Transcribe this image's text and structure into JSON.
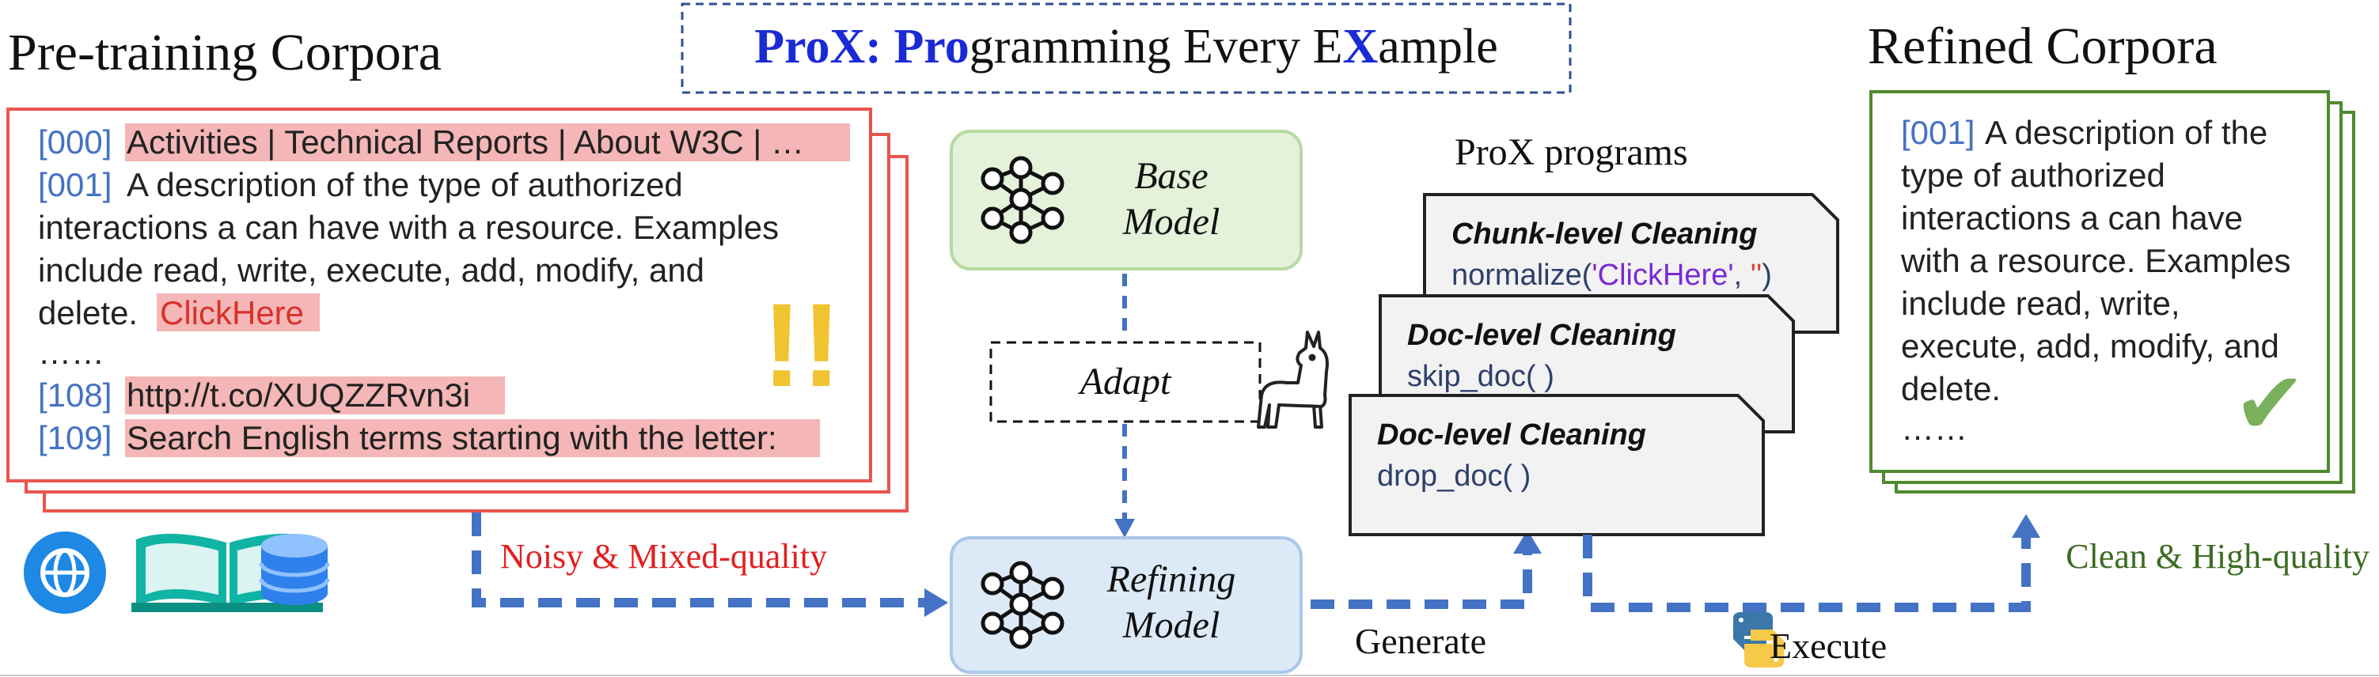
{
  "title": {
    "part1": "ProX: ",
    "part2": "Pro",
    "part3": "gramming Every E",
    "part4": "X",
    "part5": "ample"
  },
  "left": {
    "heading": "Pre-training Corpora",
    "lines": [
      {
        "idx": "[000]",
        "text": "Activities | Technical Reports | About W3C | …",
        "highlight": true
      },
      {
        "idx": "[001]",
        "text": "A description of the type of authorized",
        "highlight": false
      },
      {
        "idx": "",
        "text": "interactions a can have with a resource. Examples",
        "highlight": false
      },
      {
        "idx": "",
        "text": "include read, write, execute, add, modify, and",
        "highlight": false
      },
      {
        "idx": "",
        "text": "delete.",
        "highlight": false,
        "extra": "ClickHere"
      },
      {
        "idx": "",
        "text": "……",
        "highlight": false
      },
      {
        "idx": "[108]",
        "text": "http://t.co/XUQZZRvn3i",
        "highlight": true
      },
      {
        "idx": "[109]",
        "text": "Search English terms starting with the letter:",
        "highlight": true
      }
    ],
    "warning": "!!",
    "noisy_label": "Noisy & Mixed-quality"
  },
  "models": {
    "base_line1": "Base",
    "base_line2": "Model",
    "adapt": "Adapt",
    "refining_line1": "Refining",
    "refining_line2": "Model"
  },
  "programs": {
    "heading": "ProX programs",
    "cards": [
      {
        "title": "Chunk-level Cleaning",
        "fn": "normalize(",
        "arg1": "'ClickHere'",
        "sep": ", ",
        "arg2": "''",
        "close": ")"
      },
      {
        "title": "Doc-level Cleaning",
        "fn": "skip_doc( )"
      },
      {
        "title": "Doc-level Cleaning",
        "fn": "drop_doc( )"
      }
    ],
    "generate": "Generate",
    "execute": "Execute"
  },
  "right": {
    "heading": "Refined Corpora",
    "lines": [
      {
        "idx": "[001]",
        "text": "A description of the"
      },
      {
        "idx": "",
        "text": "type of authorized"
      },
      {
        "idx": "",
        "text": "interactions a can have"
      },
      {
        "idx": "",
        "text": "with a resource. Examples"
      },
      {
        "idx": "",
        "text": "include read, write,"
      },
      {
        "idx": "",
        "text": "execute, add, modify, and"
      },
      {
        "idx": "",
        "text": "delete."
      },
      {
        "idx": "",
        "text": "……"
      }
    ],
    "check": "✔",
    "clean_label": "Clean & High-quality"
  },
  "colors": {
    "red_border": "#e8554e",
    "green_border": "#4f8a2d",
    "blue_arrow": "#4472c4",
    "base_fill": "#e3f2d9",
    "refine_fill": "#dce9f6",
    "warning": "#f0c330",
    "check": "#7ab05c"
  },
  "icons": [
    "globe-icon",
    "book-icon",
    "database-icon",
    "neural-network-icon",
    "llama-icon",
    "python-icon"
  ]
}
